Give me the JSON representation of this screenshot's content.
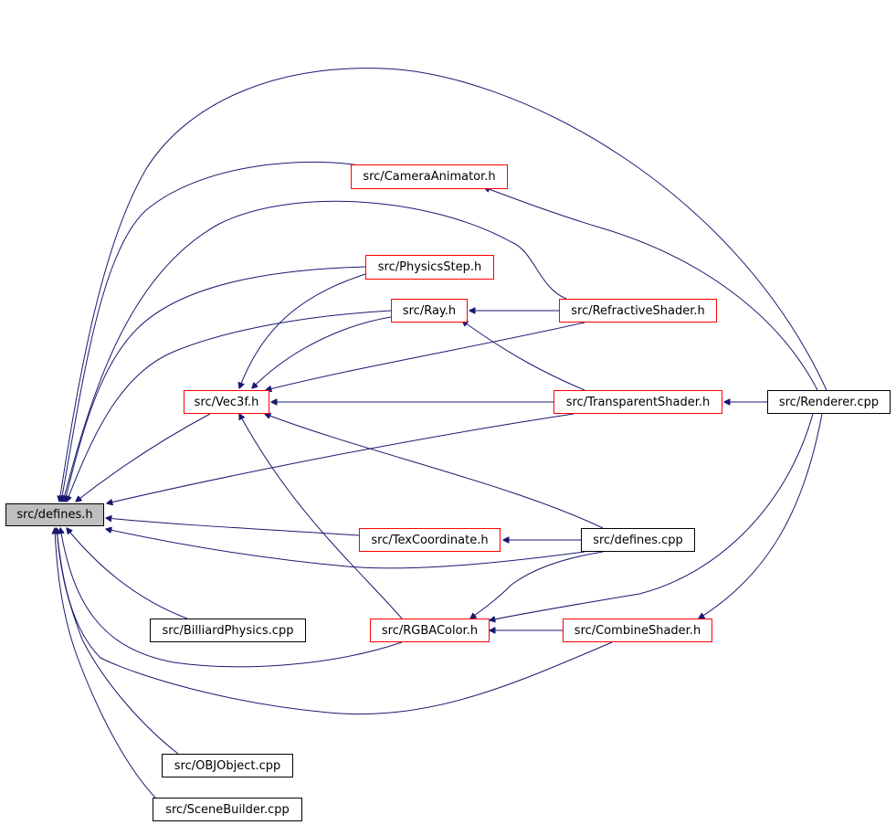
{
  "diagram": {
    "type": "include-dependency-graph",
    "colors": {
      "edge": "#191970",
      "incomplete_border": "#ff0000",
      "complete_border": "#000000",
      "root_fill": "#bfbfbf"
    },
    "nodes": {
      "defines_h": {
        "label": "src/defines.h",
        "style": "root"
      },
      "camera_animator": {
        "label": "src/CameraAnimator.h",
        "style": "red"
      },
      "physics_step": {
        "label": "src/PhysicsStep.h",
        "style": "red"
      },
      "ray": {
        "label": "src/Ray.h",
        "style": "red"
      },
      "refractive_shader": {
        "label": "src/RefractiveShader.h",
        "style": "red"
      },
      "vec3f": {
        "label": "src/Vec3f.h",
        "style": "red"
      },
      "transparent_shader": {
        "label": "src/TransparentShader.h",
        "style": "red"
      },
      "renderer": {
        "label": "src/Renderer.cpp",
        "style": "black"
      },
      "tex_coordinate": {
        "label": "src/TexCoordinate.h",
        "style": "red"
      },
      "defines_cpp": {
        "label": "src/defines.cpp",
        "style": "black"
      },
      "billiard_physics": {
        "label": "src/BilliardPhysics.cpp",
        "style": "black"
      },
      "rgba_color": {
        "label": "src/RGBAColor.h",
        "style": "red"
      },
      "combine_shader": {
        "label": "src/CombineShader.h",
        "style": "red"
      },
      "obj_object": {
        "label": "src/OBJObject.cpp",
        "style": "black"
      },
      "scene_builder": {
        "label": "src/SceneBuilder.cpp",
        "style": "black"
      }
    },
    "edges": [
      {
        "from": "renderer",
        "to": "defines_h"
      },
      {
        "from": "camera_animator",
        "to": "defines_h"
      },
      {
        "from": "refractive_shader",
        "to": "defines_h"
      },
      {
        "from": "physics_step",
        "to": "defines_h"
      },
      {
        "from": "ray",
        "to": "defines_h"
      },
      {
        "from": "vec3f",
        "to": "defines_h"
      },
      {
        "from": "transparent_shader",
        "to": "defines_h"
      },
      {
        "from": "tex_coordinate",
        "to": "defines_h"
      },
      {
        "from": "defines_cpp",
        "to": "defines_h"
      },
      {
        "from": "billiard_physics",
        "to": "defines_h"
      },
      {
        "from": "rgba_color",
        "to": "defines_h"
      },
      {
        "from": "combine_shader",
        "to": "defines_h"
      },
      {
        "from": "obj_object",
        "to": "defines_h"
      },
      {
        "from": "scene_builder",
        "to": "defines_h"
      },
      {
        "from": "renderer",
        "to": "camera_animator"
      },
      {
        "from": "physics_step",
        "to": "vec3f"
      },
      {
        "from": "refractive_shader",
        "to": "ray"
      },
      {
        "from": "transparent_shader",
        "to": "ray"
      },
      {
        "from": "ray",
        "to": "vec3f"
      },
      {
        "from": "refractive_shader",
        "to": "vec3f"
      },
      {
        "from": "transparent_shader",
        "to": "vec3f"
      },
      {
        "from": "defines_cpp",
        "to": "vec3f"
      },
      {
        "from": "rgba_color",
        "to": "vec3f"
      },
      {
        "from": "renderer",
        "to": "transparent_shader"
      },
      {
        "from": "defines_cpp",
        "to": "tex_coordinate"
      },
      {
        "from": "defines_cpp",
        "to": "rgba_color"
      },
      {
        "from": "renderer",
        "to": "rgba_color"
      },
      {
        "from": "combine_shader",
        "to": "rgba_color"
      },
      {
        "from": "renderer",
        "to": "combine_shader"
      }
    ]
  }
}
